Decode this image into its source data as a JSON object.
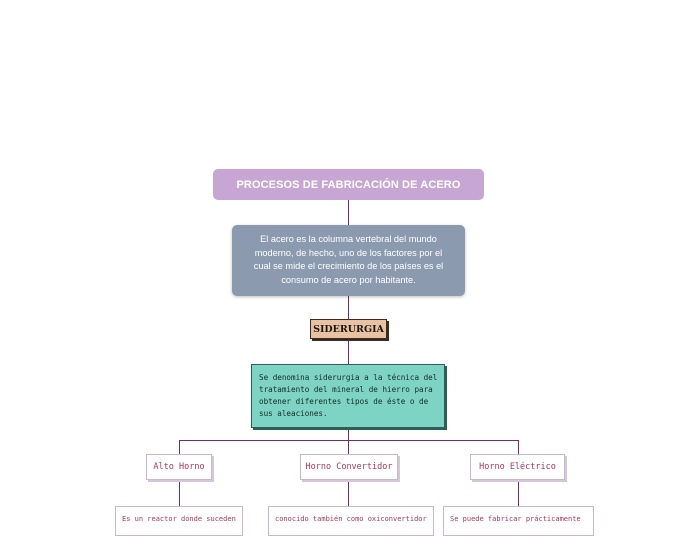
{
  "diagram": {
    "title": "PROCESOS DE FABRICACIÓN DE ACERO",
    "description": "El acero es la columna vertebral del mundo moderno, de hecho, uno de los factores por el cual se mide el crecimiento de los países es el consumo de acero por habitante.",
    "siderurgia": "SIDERURGIA",
    "definition": "Se denomina siderurgia a la técnica del tratamiento del mineral de hierro para obtener diferentes tipos de éste o de sus aleaciones.",
    "branches": [
      {
        "label": "Alto Horno",
        "detail": "Es un reactor donde suceden"
      },
      {
        "label": "Horno Convertidor",
        "detail": "conocido también como oxiconvertidor"
      },
      {
        "label": "Horno Eléctrico",
        "detail": "Se puede fabricar prácticamente"
      }
    ]
  },
  "colors": {
    "connector": "#7a2a6a",
    "title_bg": "#c7a6d3",
    "description_bg": "#8c9aaf",
    "siderurgia_bg": "#e7c2a3",
    "definition_bg": "#7dd3c4",
    "branch_text": "#b0355a"
  }
}
